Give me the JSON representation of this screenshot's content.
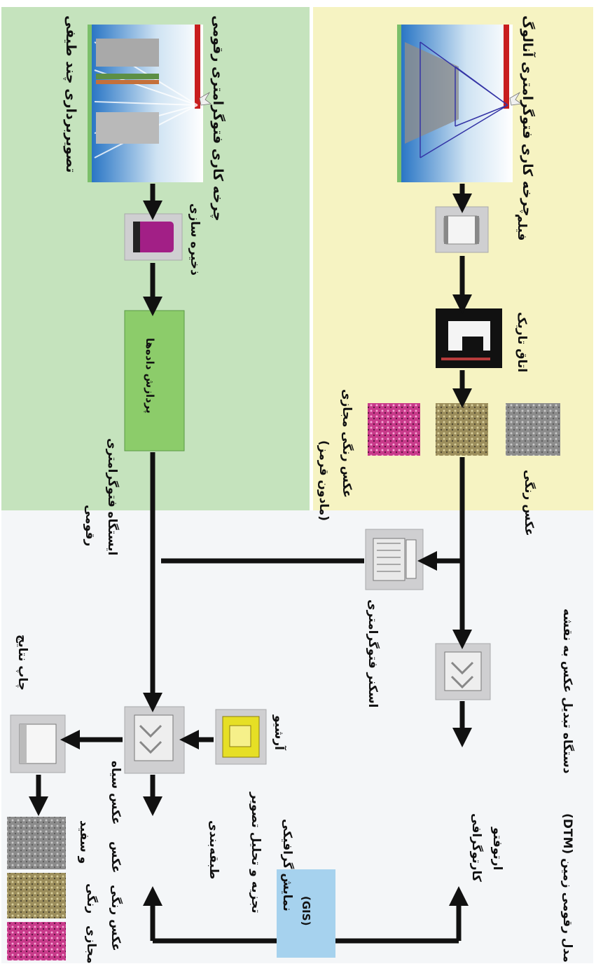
{
  "labels": {
    "analog_cycle": "چرخه کاری فتوگرامتری آنالوگ",
    "digital_cycle": "چرخه کاری فتوگرامتری رقومی",
    "multispectral": "تصویربرداری چند طیفی",
    "film": "فیلم",
    "darkroom": "اتاق تاریک",
    "storage": "ذخیره سازی",
    "data_processing": "پردازش داده‌ها",
    "color_photo": "عکس رنگی",
    "false_color_line1": "عکس رنگی مجازی",
    "false_color_line2": "(مادون قرمز)",
    "converter_line1": "دستگاه تبدیل عکس به نقشه",
    "scanner": "اسکنر فتوگرامتری",
    "workstation_line1": "ایستگاه فتوگرامتری",
    "workstation_line2": "رقومی",
    "archive": "آرشیو",
    "print": "چاپ نتایج",
    "dtm": "مدل رقومی زمین (DTM)",
    "ortho": "ارتوفتو",
    "cartography": "کارتوگرافی",
    "graphic_display": "نمایش گرافیکی",
    "image_analysis": "تجزیه و تحلیل تصویر",
    "classification": "طبقه‌بندی",
    "bw_photo_line1": "عکس سیاه",
    "bw_photo_line2": "و سفید",
    "color_photo_out_line1": "عکس",
    "color_photo_out_line2": "رنگی",
    "false_color_out_line1": "عکس رنگی",
    "false_color_out_line2": "مجازی",
    "gis": "(GIS)"
  },
  "colors": {
    "analog_panel": "#f6f3c2",
    "digital_panel": "#c5e3bd",
    "output_panel": "#f4f6f8",
    "processing_box": "#8ccc6a",
    "gis_box": "#a6d2ee"
  }
}
